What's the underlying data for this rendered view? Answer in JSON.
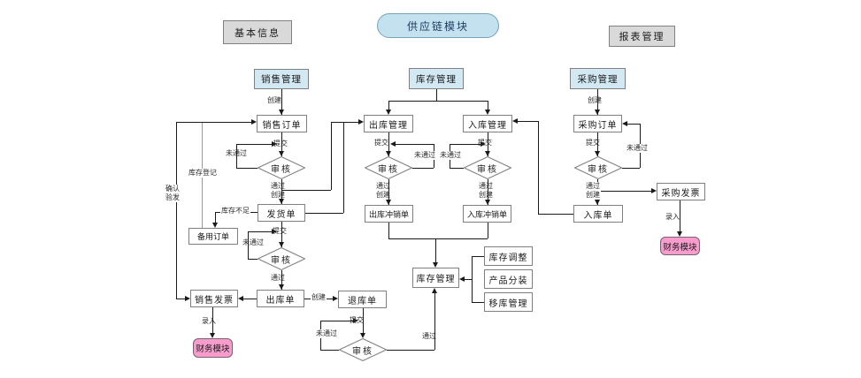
{
  "header": {
    "basic_info": "基本信息",
    "module_title": "供应链模块",
    "report_mgmt": "报表管理"
  },
  "managers": {
    "sales": "销售管理",
    "inventory": "库存管理",
    "purchase": "采购管理"
  },
  "nodes": {
    "sales_order": "销售订单",
    "review": "审核",
    "ship_order": "发货单",
    "backup_order": "备用订单",
    "sales_invoice": "销售发票",
    "outbound_order": "出库单",
    "return_order": "退库单",
    "finance": "财务模块",
    "outbound_mgmt": "出库管理",
    "inbound_mgmt": "入库管理",
    "outbound_writeoff": "出库冲销单",
    "inbound_writeoff": "入库冲销单",
    "inventory_mgmt": "库存管理",
    "inventory_adjust": "库存调整",
    "product_pack": "产品分装",
    "warehouse_move": "移库管理",
    "purchase_order": "采购订单",
    "purchase_invoice": "采购发票",
    "inbound_order": "入库单"
  },
  "edge_labels": {
    "create": "创建",
    "submit": "提交",
    "pass": "通过",
    "fail": "未通过",
    "stock_register": "库存登记",
    "stock_shortage": "库存不足",
    "entry": "录入",
    "confirm_ship": "确认\n验发"
  },
  "colors": {
    "module_fill": "#c3e1ee",
    "manager_fill": "#d2e8f3",
    "finance_fill": "#f79ccd",
    "gray_fill": "#d9d9d9",
    "box_border": "#808080",
    "line": "#1a1a1a"
  }
}
